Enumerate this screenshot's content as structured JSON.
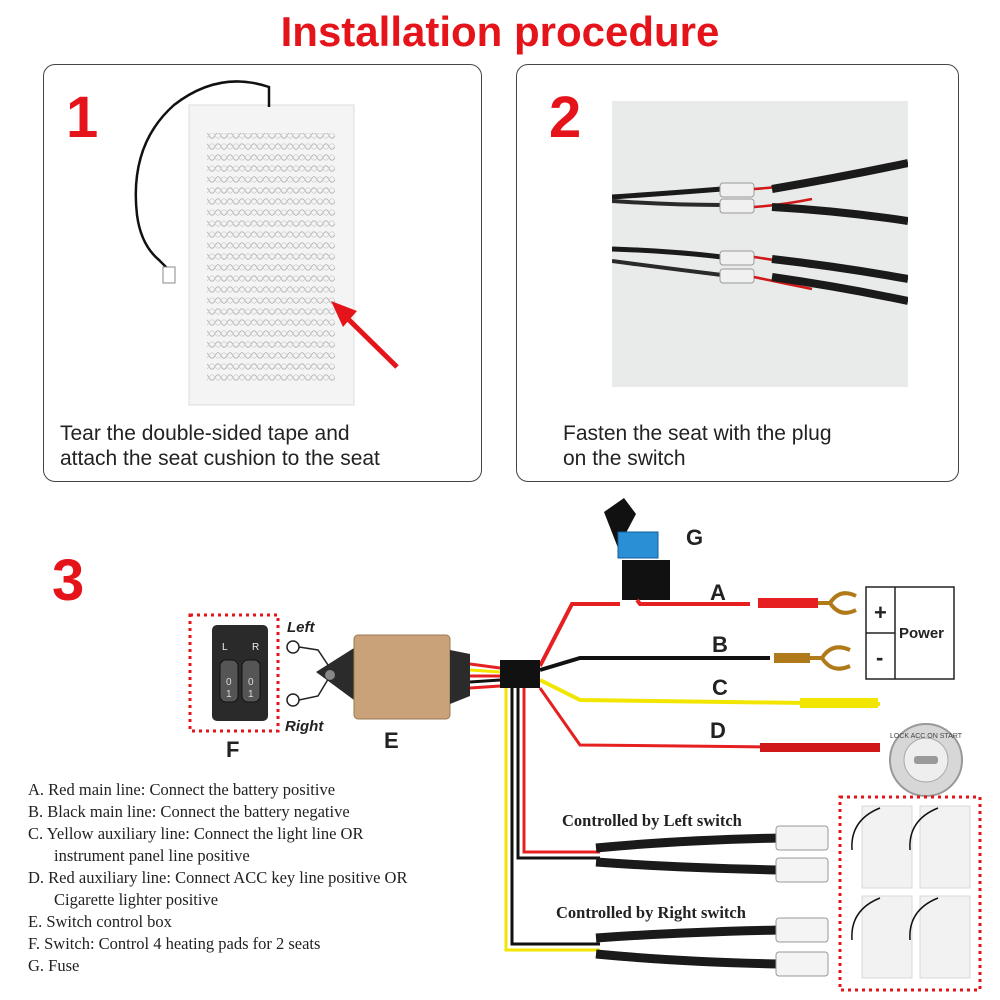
{
  "title": "Installation procedure",
  "steps": [
    {
      "number": "1",
      "caption": "Tear the double-sided tape and\nattach the seat cushion to the seat"
    },
    {
      "number": "2",
      "caption": "Fasten the seat with the plug\non the switch"
    },
    {
      "number": "3"
    }
  ],
  "diagram": {
    "switch_labels": {
      "left": "Left",
      "right": "Right",
      "l": "L",
      "r": "R",
      "zero": "0",
      "one": "1"
    },
    "component_letters": {
      "fuse": "G",
      "box": "E",
      "switch": "F"
    },
    "wire_letters": [
      "A",
      "B",
      "C",
      "D"
    ],
    "power": {
      "plus": "+",
      "minus": "-",
      "label": "Power"
    },
    "controlled_left": "Controlled by Left switch",
    "controlled_right": "Controlled by Right switch",
    "key_text": "LOCK ACC ON START"
  },
  "legend": [
    {
      "text": "A. Red main line: Connect the battery positive",
      "indent": false
    },
    {
      "text": "B. Black main line: Connect the battery negative",
      "indent": false
    },
    {
      "text": "C. Yellow auxiliary line: Connect the light line OR",
      "indent": false
    },
    {
      "text": "instrument panel line positive",
      "indent": true
    },
    {
      "text": "D. Red auxiliary line: Connect ACC key line positive OR",
      "indent": false
    },
    {
      "text": "Cigarette lighter positive",
      "indent": true
    },
    {
      "text": "E. Switch control box",
      "indent": false
    },
    {
      "text": "F. Switch: Control 4 heating pads for 2 seats",
      "indent": false
    },
    {
      "text": "G. Fuse",
      "indent": false
    }
  ],
  "colors": {
    "accent_red": "#e5141b",
    "wire_red": "#e62020",
    "wire_yellow": "#f2e600",
    "wire_black": "#111111",
    "box_gold": "#c9a27a"
  }
}
